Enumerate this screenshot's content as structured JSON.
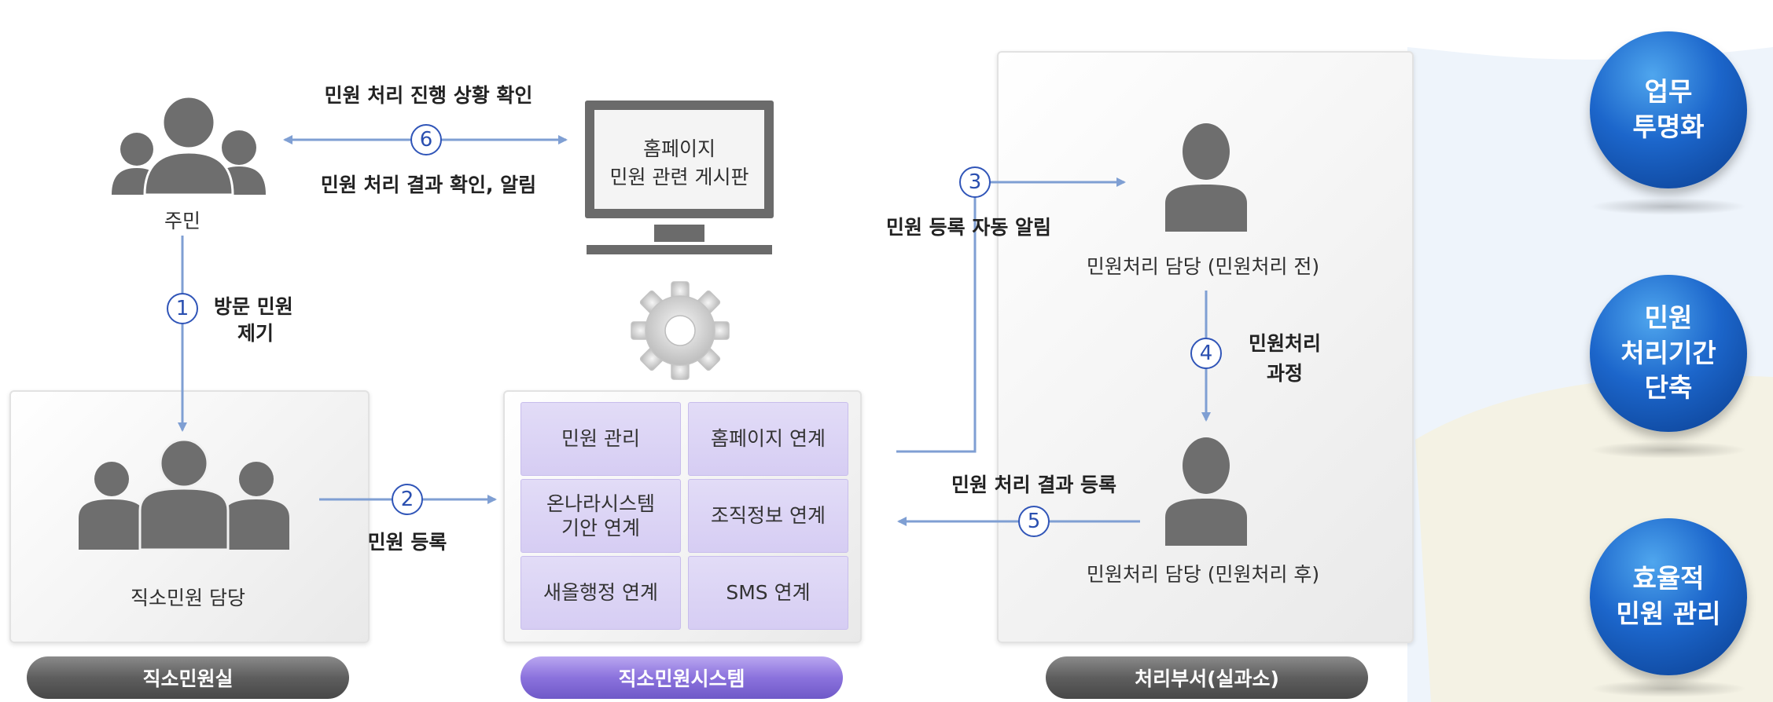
{
  "flow_labels": {
    "progress_check": "민원 처리 진행 상황 확인",
    "result_check": "민원 처리 결과 확인, 알림",
    "visit_line1": "방문 민원",
    "visit_line2": "제기",
    "register": "민원 등록",
    "auto_notify": "민원 등록 자동 알림",
    "process_line1": "민원처리",
    "process_line2": "과정",
    "result_register": "민원 처리 결과 등록"
  },
  "steps": [
    "1",
    "2",
    "3",
    "4",
    "5",
    "6"
  ],
  "actors": {
    "resident": "주민",
    "desk_officer": "직소민원 담당",
    "handler_before": "민원처리 담당 (민원처리 전)",
    "handler_after": "민원처리 담당 (민원처리 후)"
  },
  "monitor": {
    "line1": "홈페이지",
    "line2": "민원 관련 게시판"
  },
  "system_modules": [
    "민원 관리",
    "홈페이지 연계",
    "온나라시스템\n기안 연계",
    "조직정보 연계",
    "새올행정 연계",
    "SMS 연계"
  ],
  "section_labels": {
    "office": "직소민원실",
    "system": "직소민원시스템",
    "department": "처리부서(실과소)"
  },
  "benefits": [
    "업무\n투명화",
    "민원\n처리기간\n단축",
    "효율적\n민원 관리"
  ],
  "colors": {
    "arrow": "#7f9fd3",
    "step_circle": "#3055b8",
    "module_fill": "#d6cdf3",
    "badge_blue": "#1c66cb",
    "pill_purple": "#8b72dd",
    "pill_gray": "#5e5e5e",
    "silhouette": "#6e6e6e"
  }
}
